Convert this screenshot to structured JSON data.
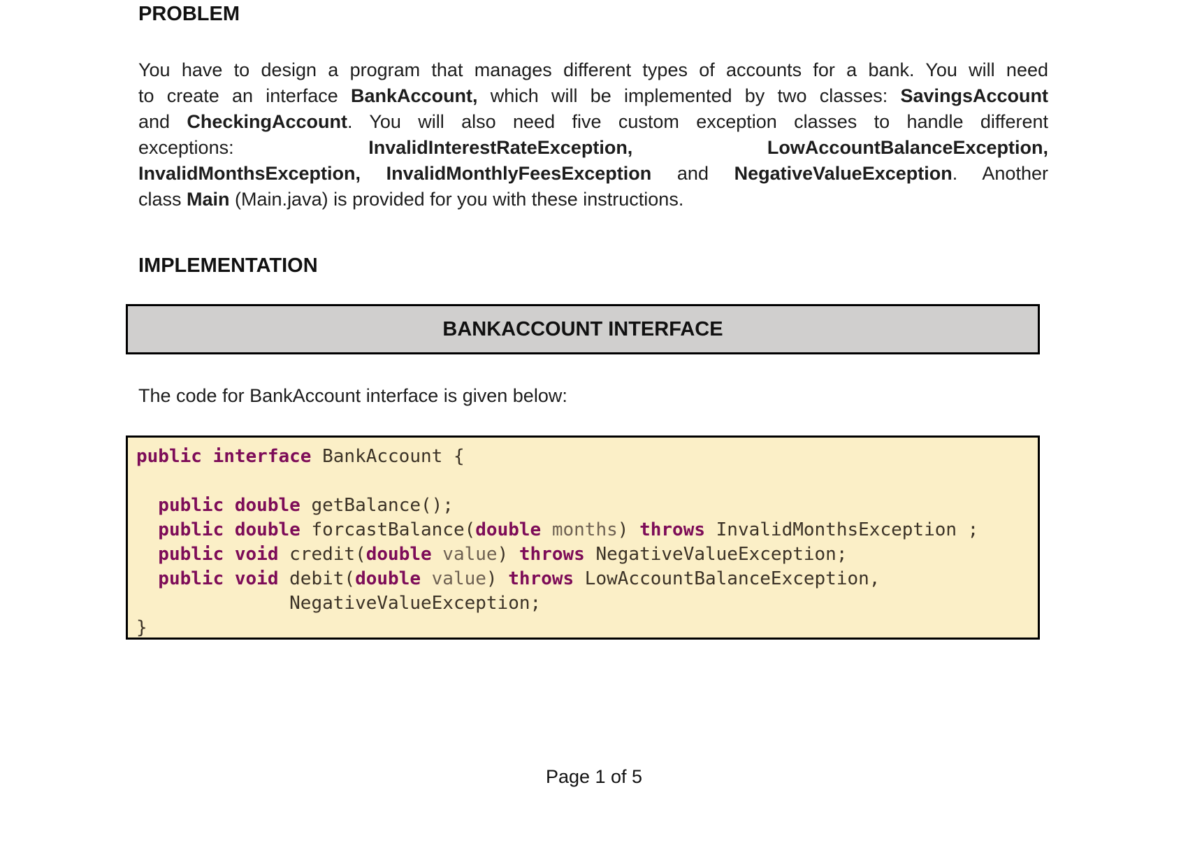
{
  "colors": {
    "page_background": "#ffffff",
    "body_text": "#1c1c1c",
    "box_border": "#000000",
    "interface_box_fill": "#d0cfce",
    "code_box_fill": "#fbefc7",
    "code_keyword": "#7d0c58",
    "code_plain": "#3b3226",
    "code_parameter": "#6e6152"
  },
  "problem": {
    "heading": "PROBLEM",
    "lines": [
      {
        "segs": [
          {
            "t": "You have to design a program that manages different types of accounts for a bank. You will need"
          }
        ]
      },
      {
        "segs": [
          {
            "t": "to create an interface "
          },
          {
            "t": "BankAccount,"
          },
          {
            "t": " which will be implemented by two classes: "
          },
          {
            "t": "SavingsAccount"
          }
        ]
      },
      {
        "segs": [
          {
            "t": "and "
          },
          {
            "t": "CheckingAccount"
          },
          {
            "t": ". You will also need five custom exception classes to handle different"
          }
        ]
      },
      {
        "segs": [
          {
            "t": "exceptions: "
          },
          {
            "t": "InvalidInterestRateException, "
          },
          {
            "t": "LowAccountBalanceException,"
          }
        ]
      },
      {
        "segs": [
          {
            "t": "InvalidMonthsException, InvalidMonthlyFeesException "
          },
          {
            "t": "and "
          },
          {
            "t": "NegativeValueException"
          },
          {
            "t": ". Another"
          }
        ]
      },
      {
        "segs": [
          {
            "t": "class "
          },
          {
            "t": "Main"
          },
          {
            "t": " (Main.java) is provided for you with these instructions."
          }
        ]
      }
    ]
  },
  "implementation": {
    "heading": "IMPLEMENTATION",
    "interface_box_title": "BANKACCOUNT INTERFACE",
    "code_intro": "The code for BankAccount interface is given below:"
  },
  "code": {
    "l1": {
      "s0": "public interface",
      "s1": " BankAccount {"
    },
    "l3": {
      "s0": "  public double",
      "s1": " getBalance();"
    },
    "l4": {
      "s0": "  public double",
      "s1": " forcastBalance(",
      "s2": "double",
      "s3": " months",
      "s4": ") ",
      "s5": "throws",
      "s6": " InvalidMonthsException ;"
    },
    "l5": {
      "s0": "  public void",
      "s1": " credit(",
      "s2": "double",
      "s3": " value",
      "s4": ") ",
      "s5": "throws",
      "s6": " NegativeValueException;"
    },
    "l6": {
      "s0": "  public void",
      "s1": " debit(",
      "s2": "double",
      "s3": " value",
      "s4": ") ",
      "s5": "throws",
      "s6": " LowAccountBalanceException,"
    },
    "l7": {
      "s0": "              NegativeValueException;"
    },
    "l8": {
      "s0": "}"
    }
  },
  "footer": {
    "page_indicator": "Page 1 of 5"
  }
}
